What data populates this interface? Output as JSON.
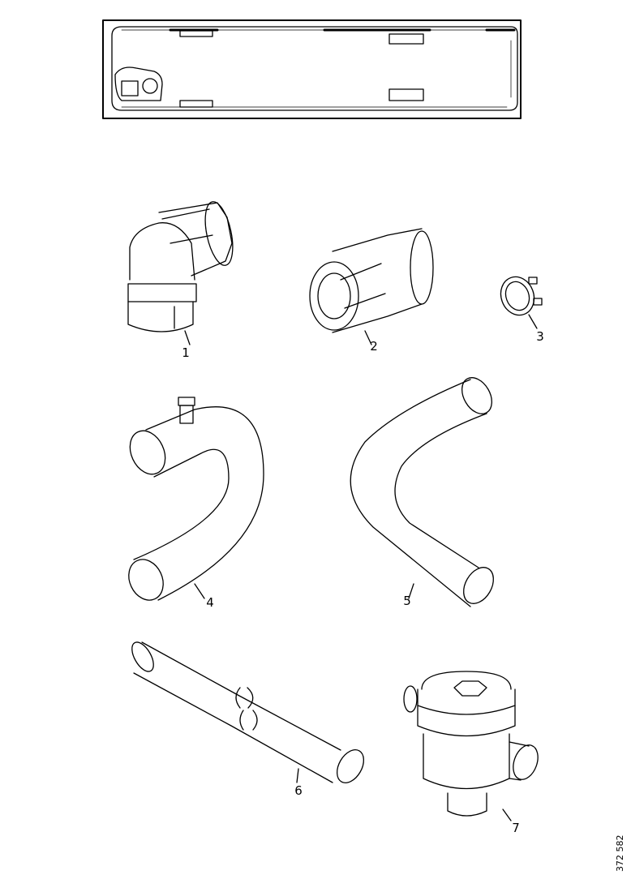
{
  "figure": {
    "reference_code": "372 582",
    "parts": [
      {
        "number": "1",
        "icon": "elbow-connector-icon"
      },
      {
        "number": "2",
        "icon": "straight-connector-icon"
      },
      {
        "number": "3",
        "icon": "hose-clamp-icon"
      },
      {
        "number": "4",
        "icon": "bent-hose-with-nipple-icon"
      },
      {
        "number": "5",
        "icon": "bent-hose-icon"
      },
      {
        "number": "6",
        "icon": "straight-hose-icon"
      },
      {
        "number": "7",
        "icon": "filter-housing-icon"
      }
    ]
  }
}
